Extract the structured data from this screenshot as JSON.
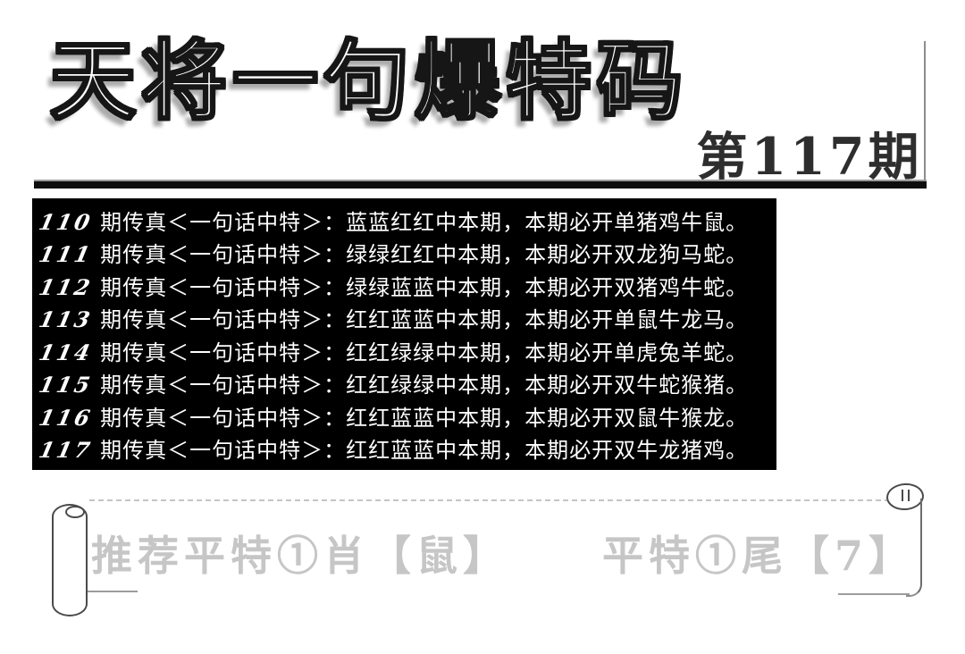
{
  "header": {
    "title": "天将一句爆特码",
    "issue": "第117期"
  },
  "board": {
    "background_color": "#000000",
    "text_color": "#ffffff",
    "rows": [
      {
        "num": "110",
        "body": "期传真＜一句话中特＞：蓝蓝红红中本期，本期必开单猪鸡牛鼠。"
      },
      {
        "num": "111",
        "body": "期传真＜一句话中特＞：绿绿红红中本期，本期必开双龙狗马蛇。"
      },
      {
        "num": "112",
        "body": "期传真＜一句话中特＞：绿绿蓝蓝中本期，本期必开双猪鸡牛蛇。"
      },
      {
        "num": "113",
        "body": "期传真＜一句话中特＞：红红蓝蓝中本期，本期必开单鼠牛龙马。"
      },
      {
        "num": "114",
        "body": "期传真＜一句话中特＞：红红绿绿中本期，本期必开单虎兔羊蛇。"
      },
      {
        "num": "115",
        "body": "期传真＜一句话中特＞：红红绿绿中本期，本期必开双牛蛇猴猪。"
      },
      {
        "num": "116",
        "body": "期传真＜一句话中特＞：红红蓝蓝中本期，本期必开双鼠牛猴龙。"
      },
      {
        "num": "117",
        "body": "期传真＜一句话中特＞：红红蓝蓝中本期，本期必开双牛龙猪鸡。"
      }
    ]
  },
  "banner": {
    "left_text": "推荐平特①肖【鼠】",
    "right_text": "平特①尾【7】",
    "text_color": "#c6c6c6"
  },
  "colors": {
    "page_background": "#ffffff",
    "rule": "#0d0d0d",
    "issue_text": "#2e2e2e",
    "scroll_outline": "#4a4a4a"
  }
}
